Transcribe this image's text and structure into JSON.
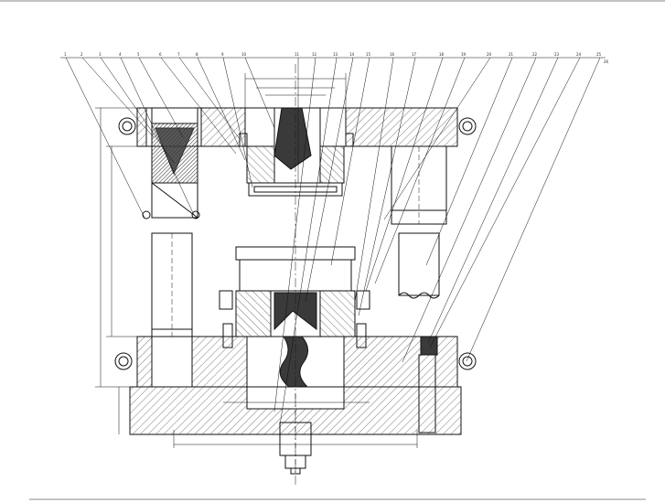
{
  "drawing": {
    "type": "mold-assembly-section",
    "colors": {
      "line": "#111111",
      "hatch": "#555555",
      "dark": "#3a3a3a",
      "paper": "#ffffff"
    },
    "part_callouts": [
      "1",
      "2",
      "3",
      "4",
      "5",
      "6",
      "7",
      "8",
      "9",
      "10",
      "11",
      "12",
      "13",
      "14",
      "15",
      "16",
      "17",
      "18",
      "19",
      "20",
      "21",
      "22",
      "23",
      "24",
      "25",
      "26"
    ]
  }
}
